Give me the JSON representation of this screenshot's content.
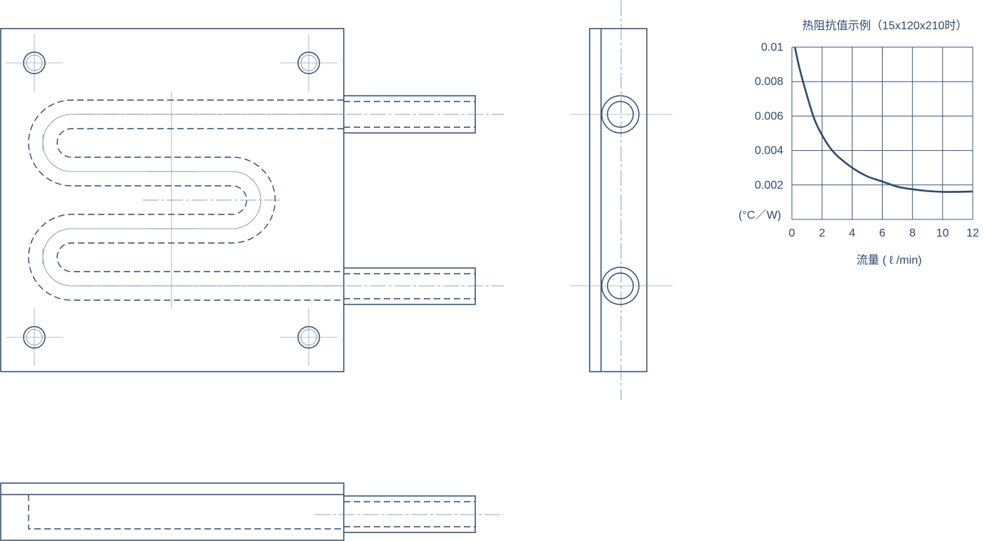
{
  "colors": {
    "line": "#2f4b6e",
    "thin": "#6e86a6",
    "grid": "#3c5778",
    "text": "#2f4b6e"
  },
  "chart_data": {
    "type": "line",
    "title": "热阻抗值示例（15x120x210时）",
    "xlabel": "流量 ( ℓ /min)",
    "ylabel": "(°C／W)",
    "xlim": [
      0,
      12
    ],
    "ylim": [
      0,
      0.01
    ],
    "x_ticks": [
      0,
      2,
      4,
      6,
      8,
      10,
      12
    ],
    "x_tick_labels": [
      "0",
      "2",
      "4",
      "6",
      "8",
      "10",
      "12"
    ],
    "y_ticks": [
      0.002,
      0.004,
      0.006,
      0.008,
      0.01
    ],
    "y_tick_labels": [
      "0.002",
      "0.004",
      "0.006",
      "0.008",
      "0.01"
    ],
    "grid": true,
    "series": [
      {
        "x": [
          0.2,
          0.5,
          1,
          1.5,
          2,
          2.5,
          3,
          4,
          5,
          6,
          7,
          8,
          9,
          10,
          11,
          12
        ],
        "values": [
          0.01,
          0.0088,
          0.0072,
          0.0058,
          0.0049,
          0.0042,
          0.0037,
          0.003,
          0.0025,
          0.0022,
          0.0019,
          0.00175,
          0.00165,
          0.0016,
          0.0016,
          0.00162
        ]
      }
    ]
  }
}
